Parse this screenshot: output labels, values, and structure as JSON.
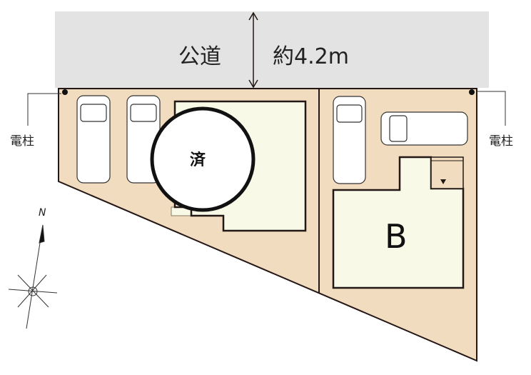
{
  "road": {
    "label": "公道",
    "width_label": "約4.2m"
  },
  "poles": {
    "left_label": "電柱",
    "right_label": "電柱"
  },
  "lots": [
    {
      "id": "sold",
      "label": "済",
      "status": "sold"
    },
    {
      "id": "B",
      "label": "B",
      "status": "available"
    }
  ],
  "compass": {
    "north_label": "N"
  },
  "colors": {
    "road": "#e3e3e3",
    "lot": "#f2dcbf",
    "house": "#f8f9e6",
    "line": "#231815"
  }
}
